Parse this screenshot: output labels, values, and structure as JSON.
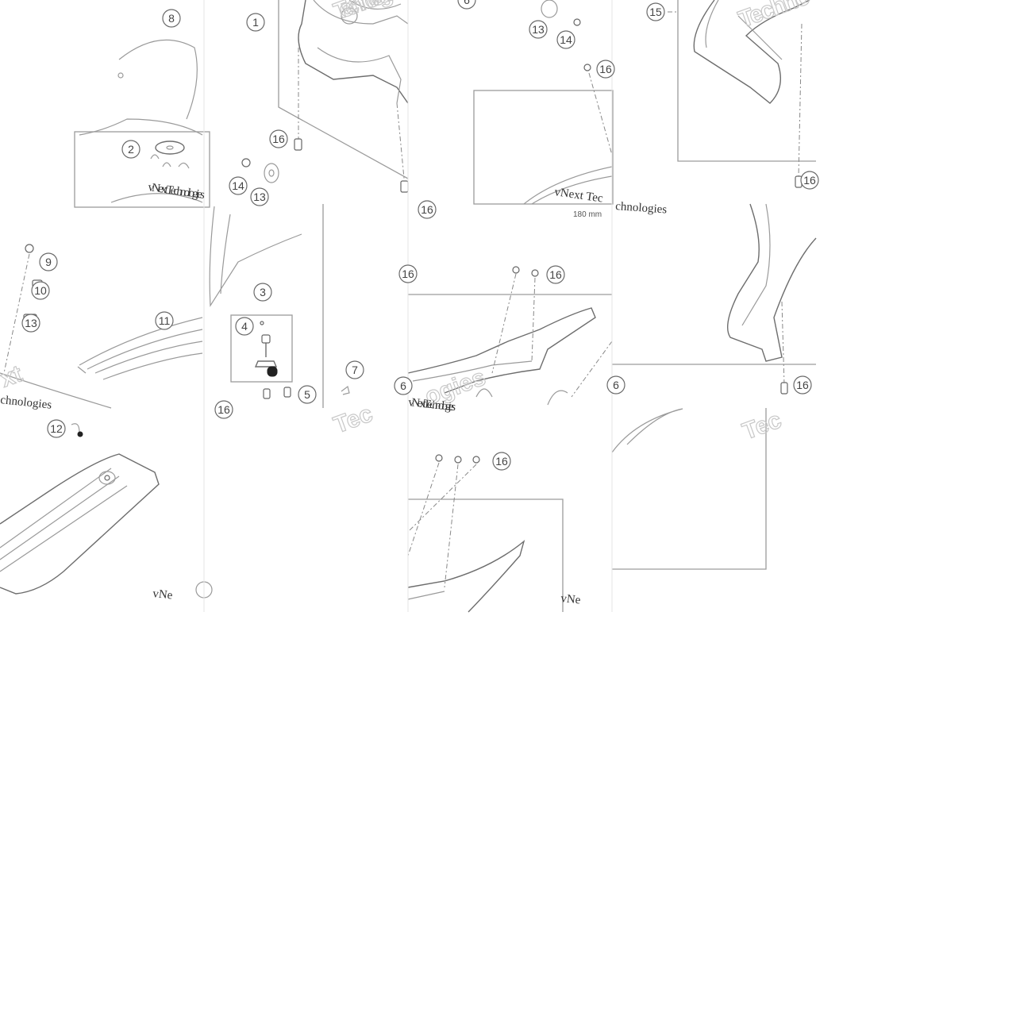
{
  "diagram": {
    "callouts": [
      "8",
      "1",
      "16",
      "14",
      "13",
      "15",
      "2",
      "9",
      "10",
      "13",
      "11",
      "3",
      "4",
      "5",
      "7",
      "16",
      "16",
      "6",
      "16",
      "12",
      "16",
      "16",
      "6",
      "16",
      "14",
      "13",
      "16",
      "16",
      "6"
    ],
    "watermark_texts": [
      "vNext Technologies",
      "vNext Tec",
      "vNext Technologies",
      "chnologies",
      "chnologies",
      "Technologies",
      "vNe",
      "vNe",
      "Tec",
      "Tec",
      "Techno",
      "xt",
      "ogies"
    ],
    "dimension_label": "180 mm"
  }
}
